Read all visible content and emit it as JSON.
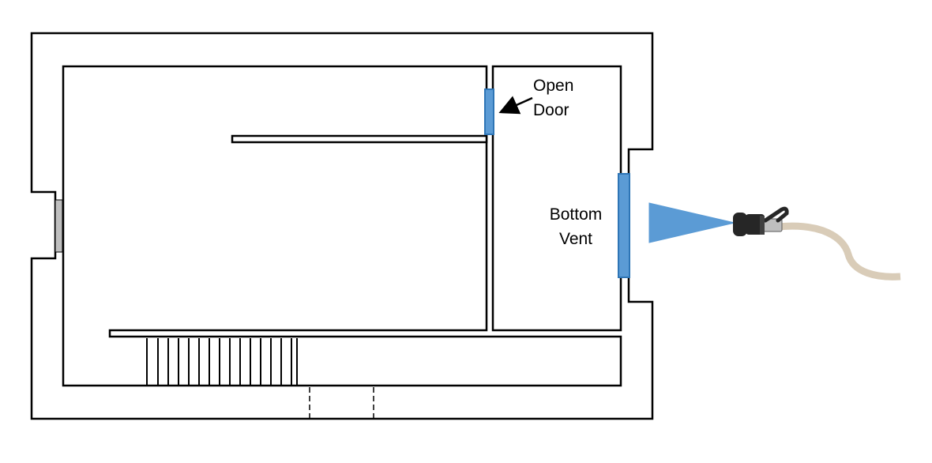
{
  "labels": {
    "open_door_line1": "Open",
    "open_door_line2": "Door",
    "bottom_vent_line1": "Bottom",
    "bottom_vent_line2": "Vent"
  },
  "colors": {
    "wall": "#000000",
    "opening_blue": "#5b9bd5",
    "opening_blue_stroke": "#2e75b6",
    "window_gray": "#bfbfbf",
    "spray_blue": "#5b9bd5",
    "hose": "#d9ccb8",
    "nozzle": "#262626"
  },
  "icons": {
    "nozzle": "fire-hose-nozzle-icon",
    "arrow": "arrow-left-icon"
  }
}
